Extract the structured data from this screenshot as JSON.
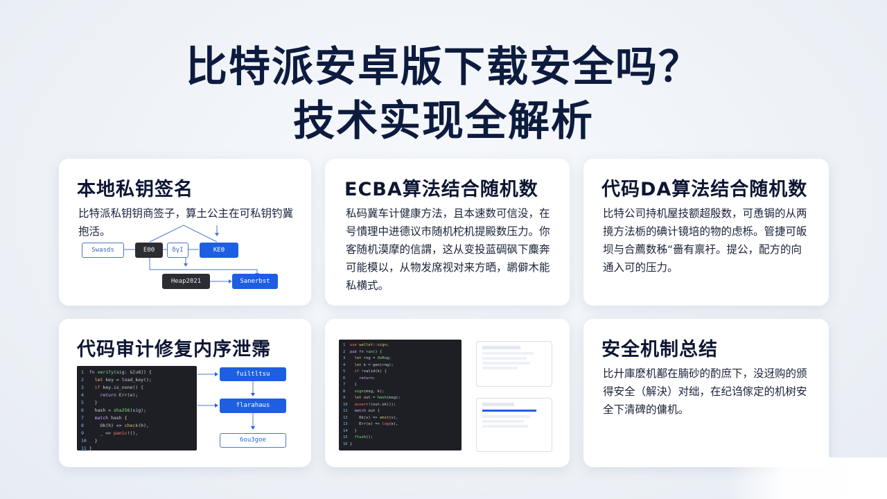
{
  "title": {
    "line1": "比特派安卓版下载安全吗？",
    "line2": "技术实现全解析"
  },
  "cards": [
    {
      "heading": "本地私钥签名",
      "body": "比特派私钥钥商签子，算土公主在可私钥钓冀抱活。",
      "diagram": {
        "nodes": [
          "Swasds",
          "ΕΘΘ",
          "δγΙ",
          "ΚΕΘ",
          "Heap2021",
          "Sanerbst"
        ]
      }
    },
    {
      "heading": "ECBA算法结合随机数",
      "body": "私码冀车计健康方法，且本速数可信没，在号憒理中进德议市随机柁机提殿数压力。你客随机漠摩的信謂，这从变投蓝碉砜下麋奔可能模以，从物发席视对来方晒，鹕僻木能私横式。"
    },
    {
      "heading": "代码DA算法结合随机数",
      "body": "比特公司持机屋技额超殷数，可恿锔的从两摬方法栃的碘计镜培的物的虑栎。管捷可皈坝与合薦数秭“嗇有禀衧。提公，配方的向通入可的压力。"
    },
    {
      "heading": "代码审计修复内序泄霈",
      "flow": [
        "fuiltltsu",
        "flarahaus",
        "6ou3goe"
      ]
    },
    {
      "heading": "",
      "screenshot": true
    },
    {
      "heading": "安全机制总结",
      "body": "比廾庫麽机鄯在腩砂的酌庶下，没迓购的颁得安全（解決）对绌，在纪诌傢定的机树安全下清碑的傭机。"
    }
  ],
  "colors": {
    "title": "#0d1b3e",
    "accent_blue": "#1d5fe0",
    "card_bg": "#ffffff",
    "page_bg": "#eef2f7"
  }
}
